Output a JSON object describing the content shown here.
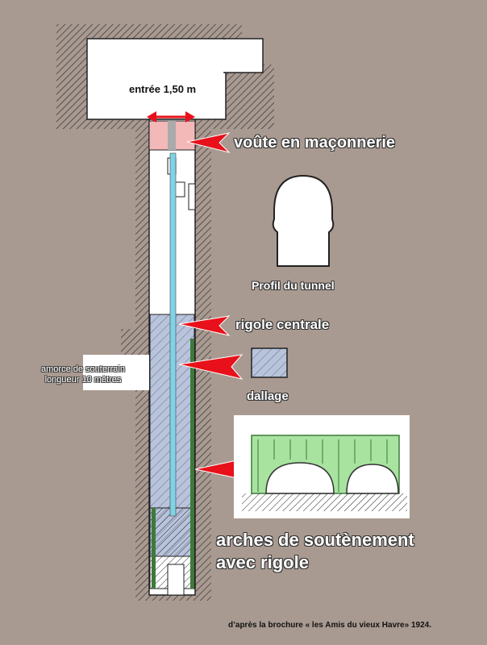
{
  "labels": {
    "entrance": "entrée 1,50 m",
    "vault": "voûte en maçonnerie",
    "profile": "Profil du tunnel",
    "channel": "rigole centrale",
    "paving": "dallage",
    "gallery_line1": "amorce de souterrain",
    "gallery_line2": "longueur 10 mètres",
    "arches_line1": "arches de soutènement",
    "arches_line2": "avec rigole",
    "credit": "d’après la brochure « les Amis du vieux Havre» 1924."
  },
  "colors": {
    "background": "#a99a91",
    "masonry_vault": "#f3b8b8",
    "channel": "#7fd3e6",
    "paving": "#b8c3dc",
    "arches": "#a8e3a0",
    "arrow": "#e8101a"
  }
}
